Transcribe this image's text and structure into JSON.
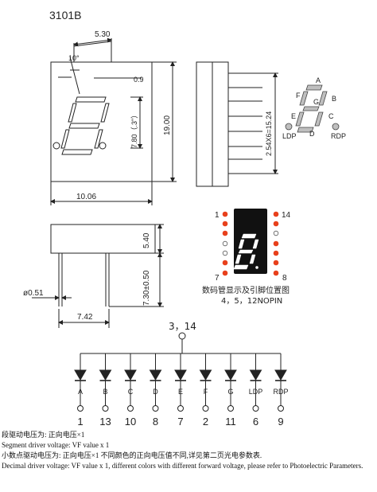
{
  "model": "3101B",
  "dimensions": {
    "width_top": "5.30",
    "slant_angle": "10°",
    "segment_width": "0.9",
    "digit_height": "7.80（.3\"）",
    "body_height": "19.00",
    "body_width": "10.06",
    "pin_span": "2.54X6=15.24",
    "body_depth": "5.40",
    "pin_length": "7.30±0.50",
    "pin_diameter": "0.51",
    "pin_row_spacing": "7.42"
  },
  "segment_map": {
    "labels": [
      "A",
      "B",
      "C",
      "D",
      "E",
      "F",
      "G",
      "LDP",
      "RDP"
    ]
  },
  "pin_layout": {
    "corner_labels": [
      "1",
      "14",
      "7",
      "8"
    ],
    "caption_cn": "数码管显示及引脚位置图",
    "caption_pins": "4，5，12NOPIN"
  },
  "circuit": {
    "common_label": "3，14",
    "anode_labels": [
      "A",
      "B",
      "C",
      "D",
      "E",
      "F",
      "G",
      "LDP",
      "RDP"
    ],
    "pin_numbers": [
      "1",
      "13",
      "10",
      "8",
      "7",
      "2",
      "11",
      "6",
      "9"
    ]
  },
  "notes": {
    "line1": "段驱动电压为:   正向电压×1",
    "line2": "Segment driver voltage: VF value x 1",
    "line3": "小数点驱动电压为:   正向电压×1      不同颜色的正向电压值不同,详见第二页光电参数表.",
    "line4": "Decimal driver voltage: VF value x 1, different colors with different forward voltage, please refer to Photoelectric Parameters."
  },
  "colors": {
    "line": "#222222",
    "led_red": "#e8401c",
    "display_face": "#111111",
    "segment_grey": "#bfbfbf"
  }
}
